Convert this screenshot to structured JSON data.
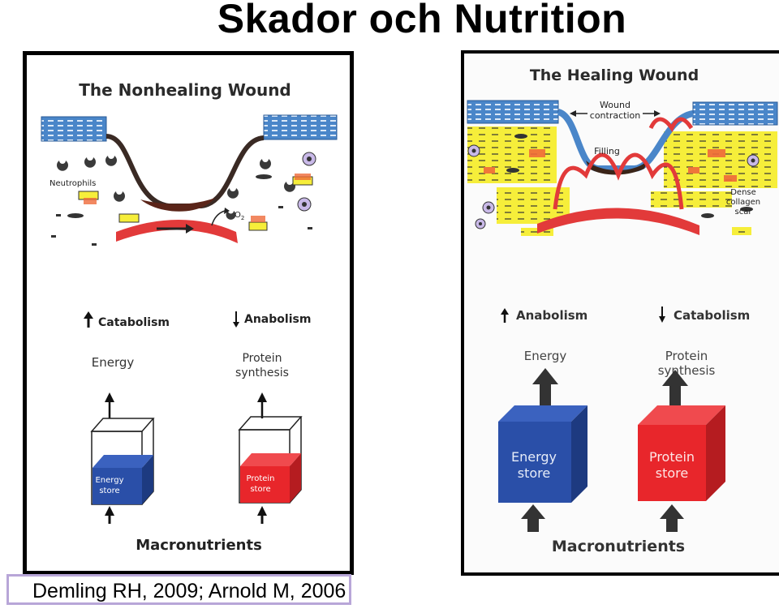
{
  "slide": {
    "title": "Skador och Nutrition",
    "citation": "Demling RH, 2009; Arnold M, 2006"
  },
  "left_panel": {
    "heading": "The Nonhealing Wound",
    "neutrophils_label": "Neutrophils",
    "o2_label": "O",
    "o2_subscript": "2",
    "catabolism_label": "Catabolism",
    "anabolism_label": "Anabolism",
    "energy_label": "Energy",
    "protein_synthesis_line1": "Protein",
    "protein_synthesis_line2": "synthesis",
    "energy_store_line1": "Energy",
    "energy_store_line2": "store",
    "protein_store_line1": "Protein",
    "protein_store_line2": "store",
    "macronutrients_label": "Macronutrients",
    "energy_store_fill": 0.5,
    "protein_store_fill": 0.5
  },
  "right_panel": {
    "heading": "The Healing Wound",
    "wound_contraction_line1": "Wound",
    "wound_contraction_line2": "contraction",
    "filling_label": "Filling",
    "dense_line1": "Dense",
    "dense_line2": "collagen",
    "dense_line3": "scar",
    "anabolism_label": "Anabolism",
    "catabolism_label": "Catabolism",
    "energy_label": "Energy",
    "protein_synthesis_line1": "Protein",
    "protein_synthesis_line2": "synthesis",
    "energy_store_line1": "Energy",
    "energy_store_line2": "store",
    "protein_store_line1": "Protein",
    "protein_store_line2": "store",
    "macronutrients_label": "Macronutrients",
    "energy_store_fill": 1.0,
    "protein_store_fill": 1.0
  },
  "colors": {
    "energy_blue": "#2a4fa8",
    "protein_red": "#e8262b",
    "vessel_red": "#e23a3a",
    "collagen_yellow": "#f6ee3a",
    "skin_blue": "#4a86c9",
    "citation_border": "#b8a6d8"
  }
}
